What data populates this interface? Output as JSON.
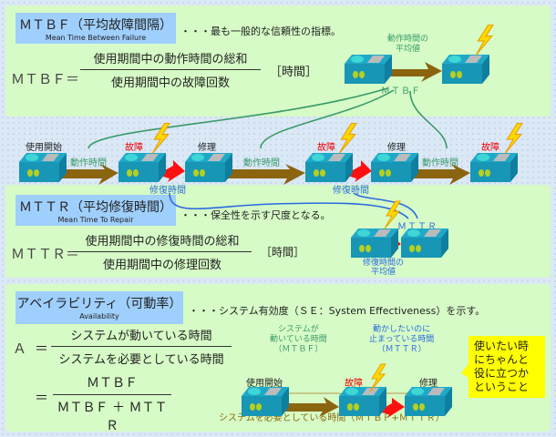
{
  "mtbf": {
    "title": "ＭＴＢＦ（平均故障間隔）",
    "subtitle": "Mean Time Between Failure",
    "desc": "・・・最も一般的な信頼性の指標。",
    "lhs": "ＭＴＢＦ＝",
    "numerator": "使用期間中の動作時間の総和",
    "denominator": "使用期間中の故障回数",
    "unit": "［時間］",
    "avg_label_1": "動作時間の",
    "avg_label_2": "平均値",
    "avg_name": "ＭＴＢＦ"
  },
  "timeline": {
    "start": "使用開始",
    "fail": "故障",
    "repair": "修理",
    "operating": "動作時間",
    "repair_time": "修復時間"
  },
  "mttr": {
    "title": "ＭＴＴＲ（平均修復時間）",
    "subtitle": "Mean Time To Repair",
    "desc": "・・・保全性を示す尺度となる。",
    "lhs": "ＭＴＴＲ＝",
    "numerator": "使用期間中の修復時間の総和",
    "denominator": "使用期間中の修理回数",
    "unit": "［時間］",
    "avg_name": "ＭＴＴＲ",
    "avg_label_1": "修復時間の",
    "avg_label_2": "平均値"
  },
  "avail": {
    "title": "アベイラビリティ（可動率）",
    "subtitle": "Availability",
    "desc": "・・・システム有効度（ＳＥ：System Effectiveness）を示す。",
    "lhs": "Ａ",
    "eq1": "＝",
    "num1": "システムが動いている時間",
    "den1": "システムを必要としている時間",
    "eq2": "＝",
    "num2": "ＭＴＢＦ",
    "den2": "ＭＴＢＦ ＋ ＭＴＴＲ",
    "run_1": "システムが",
    "run_2": "動いている時間",
    "run_3": "（ＭＴＢＦ）",
    "stop_1": "動かしたいのに",
    "stop_2": "止まっている時間",
    "stop_3": "（ＭＴＴＲ）",
    "start": "使用開始",
    "fail": "故障",
    "repair": "修理",
    "total": "システムを必要としている時間（ＭＴＢＦ+ＭＴＴＲ）",
    "callout": [
      "使いたい時",
      "にちゃんと",
      "役に立つか",
      "ということ"
    ]
  }
}
